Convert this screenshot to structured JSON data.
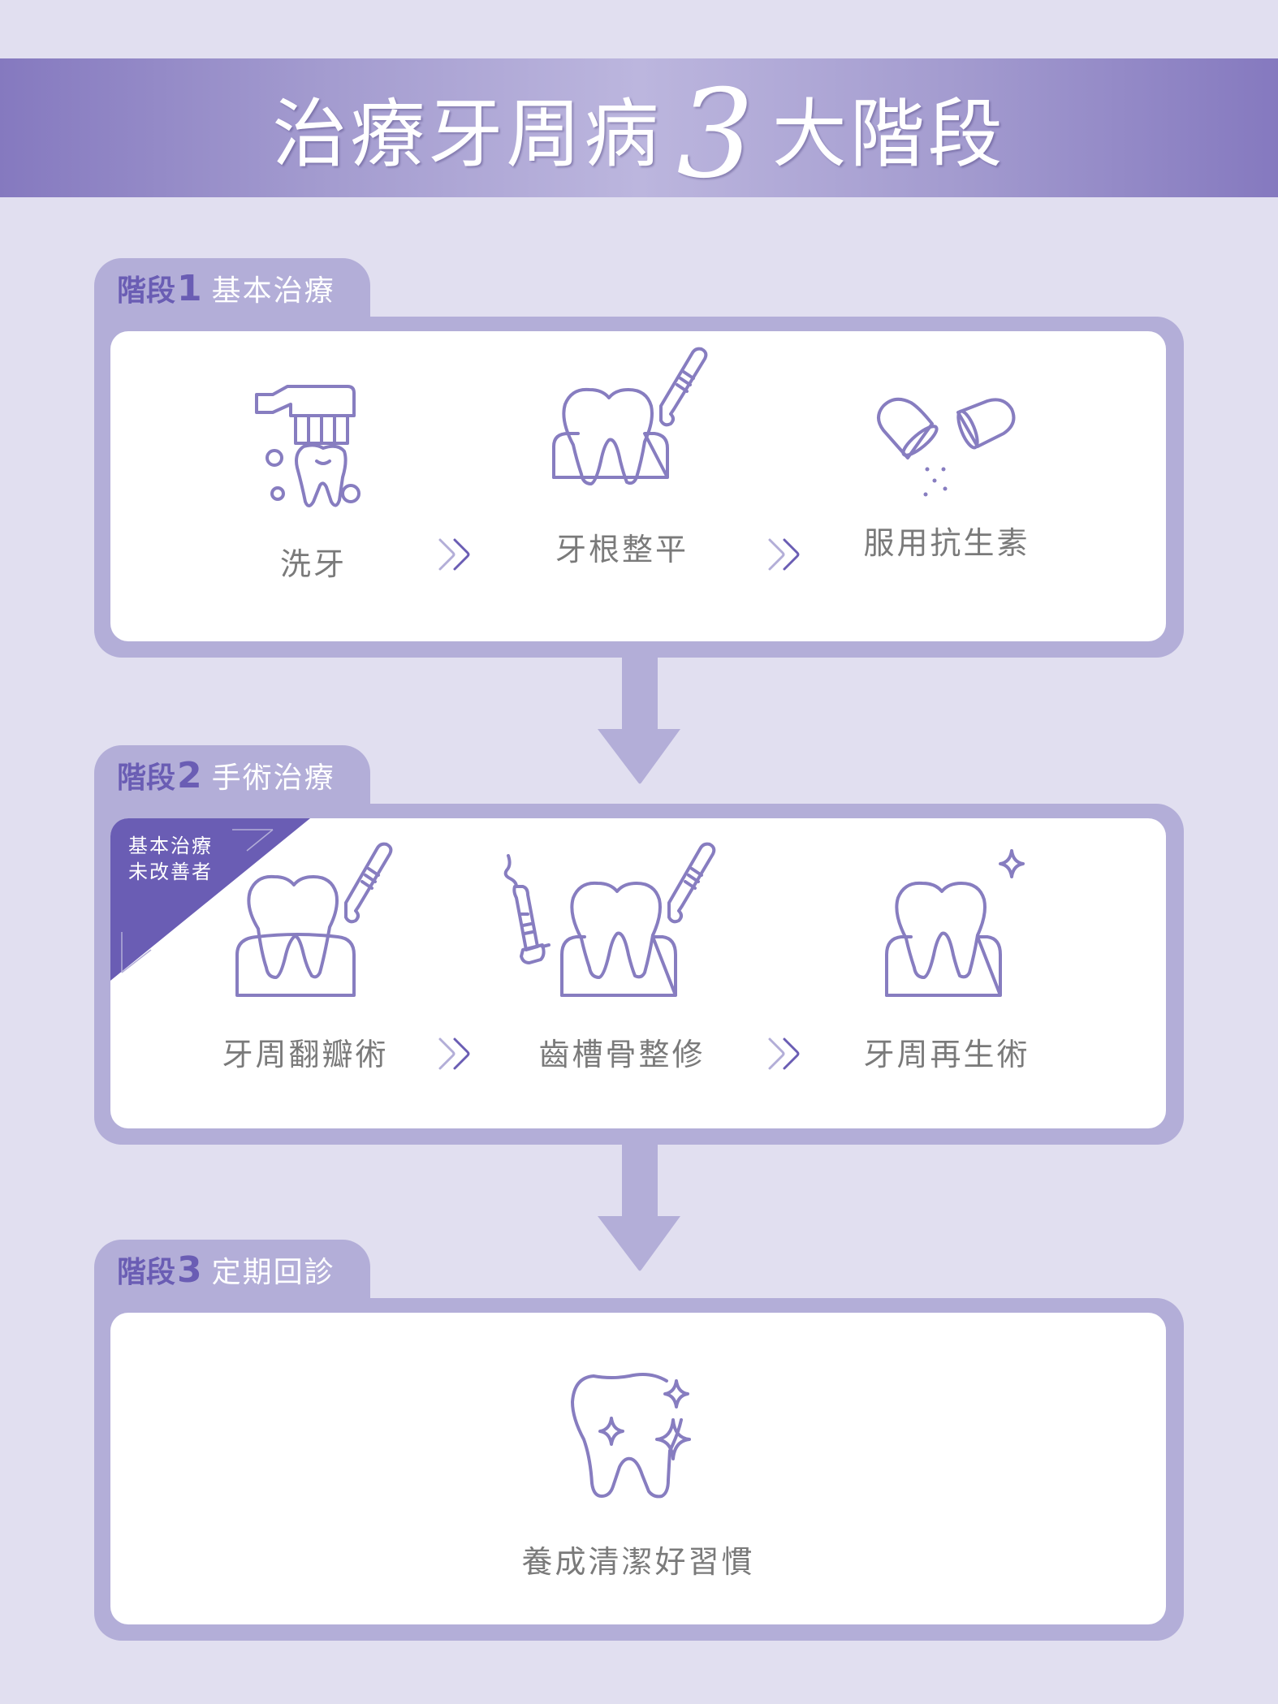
{
  "header": {
    "title_before": "治療牙周病",
    "title_number": "3",
    "title_after": "大階段"
  },
  "colors": {
    "background": "#E1DFF0",
    "banner_edge": "#8579BF",
    "banner_center": "#BCB6DE",
    "frame": "#B3AED8",
    "accent": "#6A5DB4",
    "icon_stroke": "#877DC0",
    "label_text": "#7A7A7A"
  },
  "stages": [
    {
      "prefix": "階段",
      "number": "1",
      "title": "基本治療",
      "steps": [
        {
          "label": "洗牙",
          "icon": "toothbrush-tooth-icon"
        },
        {
          "label": "牙根整平",
          "icon": "tooth-scaler-icon"
        },
        {
          "label": "服用抗生素",
          "icon": "capsule-icon"
        }
      ]
    },
    {
      "prefix": "階段",
      "number": "2",
      "title": "手術治療",
      "note_line1": "基本治療",
      "note_line2": "未改善者",
      "steps": [
        {
          "label": "牙周翻瓣術",
          "icon": "tooth-flap-surgery-icon"
        },
        {
          "label": "齒槽骨整修",
          "icon": "tooth-bone-repair-icon"
        },
        {
          "label": "牙周再生術",
          "icon": "tooth-regeneration-icon"
        }
      ]
    },
    {
      "prefix": "階段",
      "number": "3",
      "title": "定期回診",
      "steps": [
        {
          "label": "養成清潔好習慣",
          "icon": "sparkling-tooth-icon"
        }
      ]
    }
  ]
}
